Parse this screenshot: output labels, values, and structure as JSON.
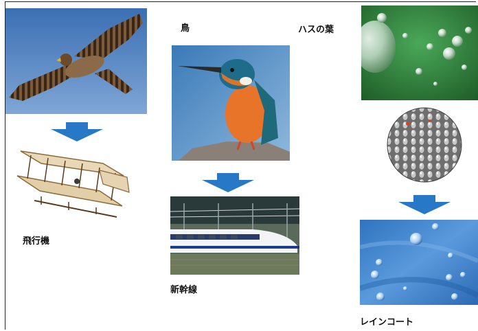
{
  "labels": {
    "bird": "鳥",
    "lotus": "ハスの葉",
    "airplane": "飛行機",
    "shinkansen": "新幹線",
    "raincoat": "レインコート"
  },
  "images": {
    "hawk": "hawk-photo",
    "kingfisher": "kingfisher-photo",
    "lotus_leaf": "lotus-leaf-water-drops-photo",
    "lotus_micro": "lotus-leaf-microscope-photo",
    "wright_flyer": "wright-flyer-airplane-illustration",
    "train": "shinkansen-train-photo",
    "raincoat_fabric": "water-repellent-fabric-photo"
  },
  "colors": {
    "arrow": "#2878c8",
    "sky": "#4a7fc0",
    "leaf": "#2e8a3a",
    "fabric": "#3f86cc"
  }
}
